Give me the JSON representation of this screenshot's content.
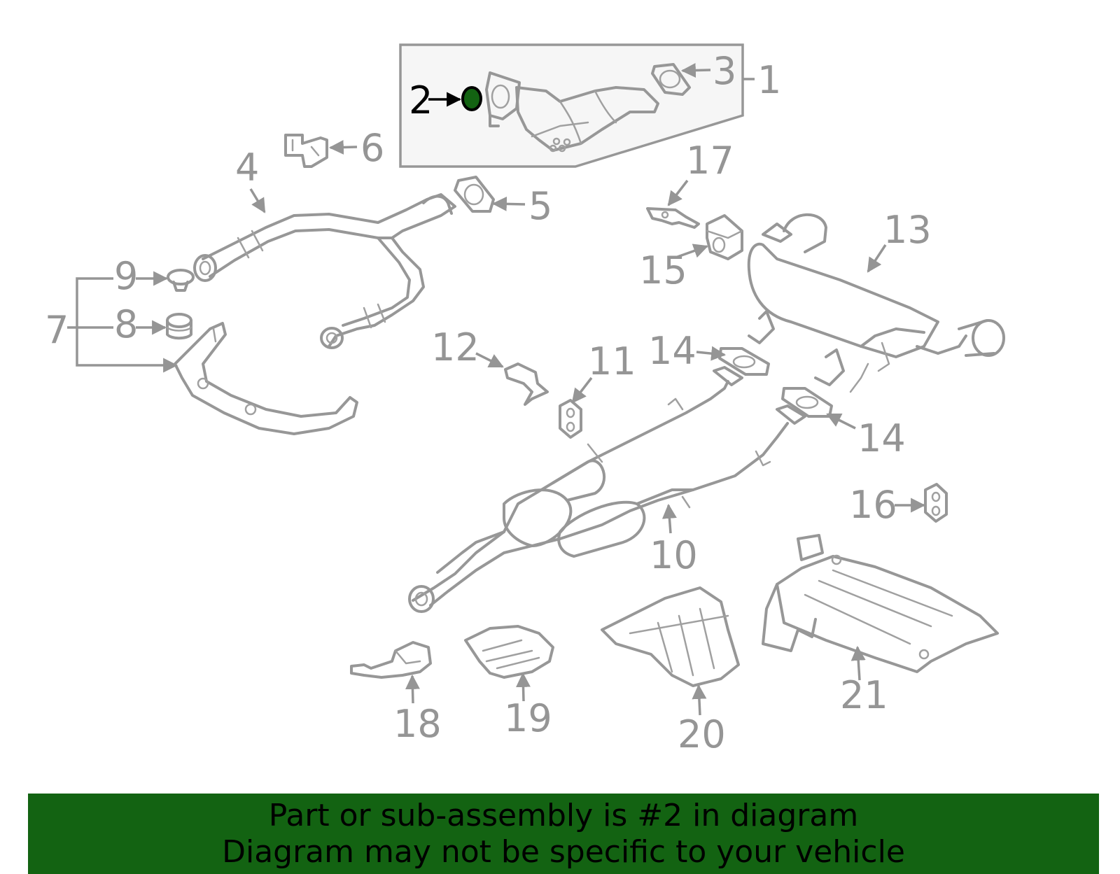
{
  "diagram": {
    "callouts": [
      {
        "id": "callout-1",
        "text": "1"
      },
      {
        "id": "callout-2",
        "text": "2"
      },
      {
        "id": "callout-3",
        "text": "3"
      },
      {
        "id": "callout-4",
        "text": "4"
      },
      {
        "id": "callout-5",
        "text": "5"
      },
      {
        "id": "callout-6",
        "text": "6"
      },
      {
        "id": "callout-7",
        "text": "7"
      },
      {
        "id": "callout-8",
        "text": "8"
      },
      {
        "id": "callout-9",
        "text": "9"
      },
      {
        "id": "callout-10",
        "text": "10"
      },
      {
        "id": "callout-11",
        "text": "11"
      },
      {
        "id": "callout-12",
        "text": "12"
      },
      {
        "id": "callout-13",
        "text": "13"
      },
      {
        "id": "callout-14a",
        "text": "14"
      },
      {
        "id": "callout-14b",
        "text": "14"
      },
      {
        "id": "callout-15",
        "text": "15"
      },
      {
        "id": "callout-16",
        "text": "16"
      },
      {
        "id": "callout-17",
        "text": "17"
      },
      {
        "id": "callout-18",
        "text": "18"
      },
      {
        "id": "callout-19",
        "text": "19"
      },
      {
        "id": "callout-20",
        "text": "20"
      },
      {
        "id": "callout-21",
        "text": "21"
      }
    ],
    "highlight_part": "2",
    "colors": {
      "line": "#979797",
      "label": "#959595",
      "highlight_label": "#000000",
      "highlight_fill": "#136312",
      "banner_bg": "#136312",
      "banner_text": "#000000"
    }
  },
  "banner": {
    "line1": "Part or sub-assembly is #2 in diagram",
    "line2": "Diagram may not be specific to your vehicle"
  }
}
